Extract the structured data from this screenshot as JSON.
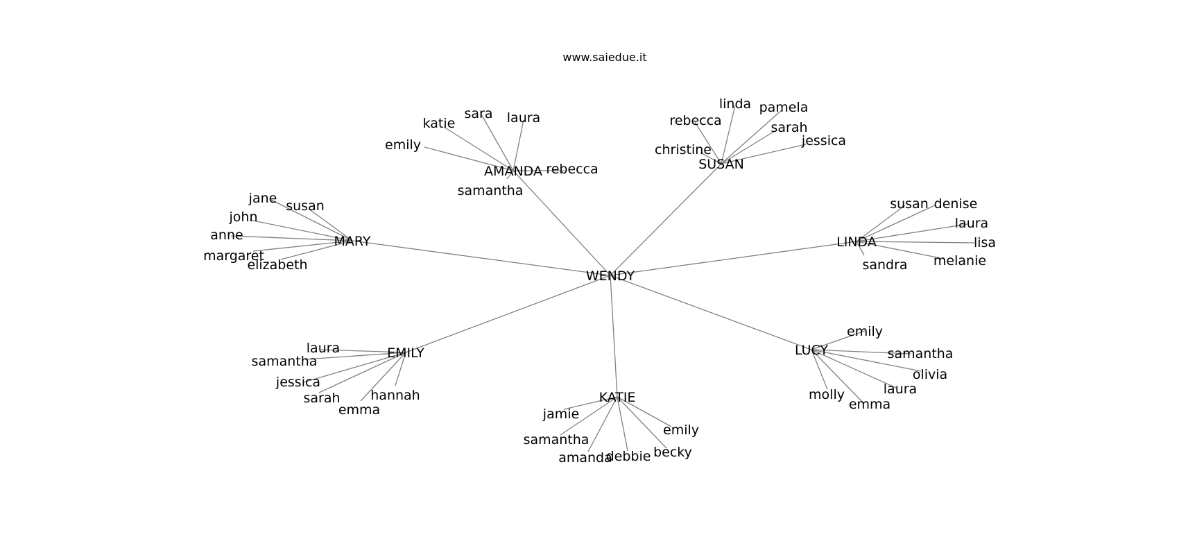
{
  "title": "www.saiedue.it",
  "center": "WENDY",
  "groups": [
    {
      "hub": "AMANDA",
      "leaves": [
        "sara",
        "laura",
        "katie",
        "emily",
        "rebecca",
        "samantha"
      ]
    },
    {
      "hub": "SUSAN",
      "leaves": [
        "linda",
        "pamela",
        "rebecca",
        "sarah",
        "jessica",
        "christine"
      ]
    },
    {
      "hub": "MARY",
      "leaves": [
        "jane",
        "susan",
        "john",
        "anne",
        "margaret",
        "elizabeth"
      ]
    },
    {
      "hub": "LINDA",
      "leaves": [
        "susan",
        "denise",
        "laura",
        "lisa",
        "sandra",
        "melanie"
      ]
    },
    {
      "hub": "EMILY",
      "leaves": [
        "laura",
        "samantha",
        "jessica",
        "sarah",
        "hannah",
        "emma"
      ]
    },
    {
      "hub": "LUCY",
      "leaves": [
        "emily",
        "samantha",
        "olivia",
        "laura",
        "molly",
        "emma"
      ]
    },
    {
      "hub": "KATIE",
      "leaves": [
        "jamie",
        "emily",
        "samantha",
        "amanda",
        "debbie",
        "becky"
      ]
    }
  ],
  "colors": {
    "edge": "#808080",
    "text": "#000000",
    "background": "#ffffff"
  }
}
